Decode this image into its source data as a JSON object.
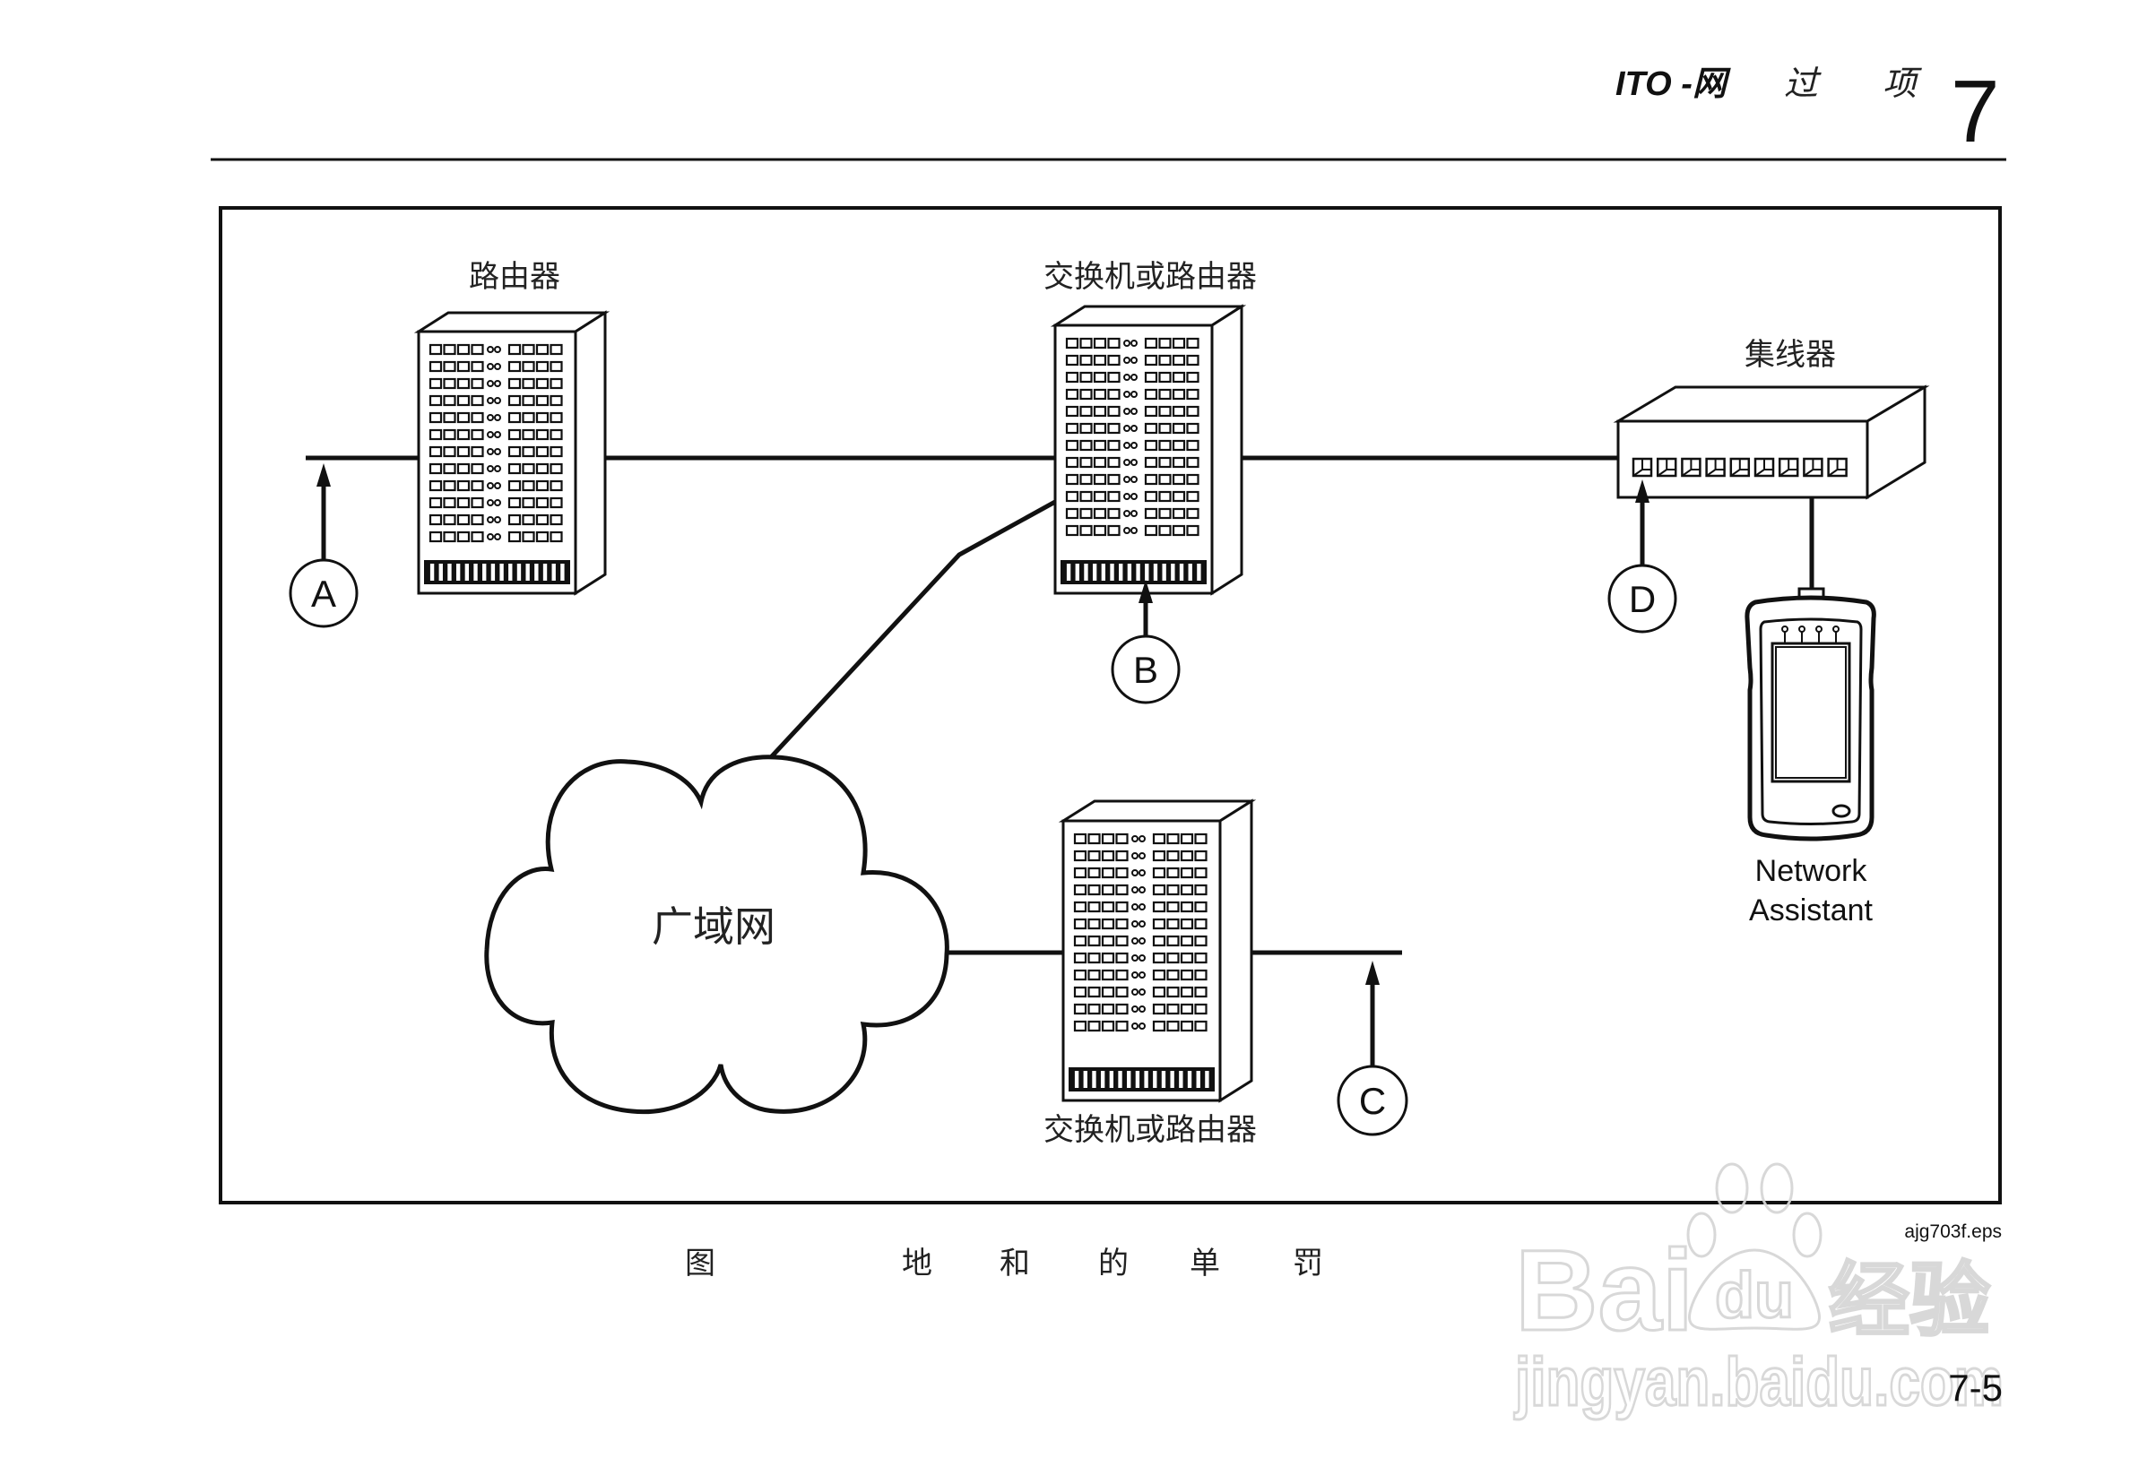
{
  "header": {
    "section_title": "ITO -网",
    "section_title_2": "过",
    "section_title_3": "项",
    "chapter_number": "7"
  },
  "diagram": {
    "devices": {
      "router_top_left": {
        "label": "路由器",
        "type": "router"
      },
      "switch_top_middle": {
        "label": "交换机或路由器",
        "type": "switch-or-router"
      },
      "switch_bottom": {
        "label": "交换机或路由器",
        "type": "switch-or-router"
      },
      "hub": {
        "label": "集线器",
        "type": "hub",
        "port_count": 9
      },
      "network_assistant": {
        "label_line1": "Network",
        "label_line2": "Assistant",
        "type": "handheld-tester"
      },
      "wan": {
        "label": "广域网",
        "type": "cloud"
      }
    },
    "connection_points": [
      {
        "id": "A",
        "label": "A"
      },
      {
        "id": "B",
        "label": "B"
      },
      {
        "id": "C",
        "label": "C"
      },
      {
        "id": "D",
        "label": "D"
      }
    ],
    "file_name": "ajg703f.eps"
  },
  "caption": {
    "chars": [
      "图",
      "地",
      "和",
      "的",
      "单",
      "罚"
    ]
  },
  "footer": {
    "page_number": "7-5"
  },
  "watermark": {
    "brand_left": "Bai",
    "brand_paw": "du",
    "brand_right": "经验",
    "url": "jingyan.baidu.com"
  },
  "colors": {
    "ink": "#111111",
    "paper": "#ffffff",
    "watermark": "#d6d6d6"
  }
}
